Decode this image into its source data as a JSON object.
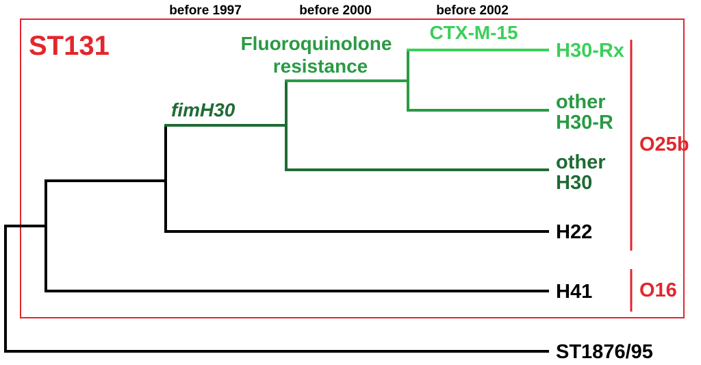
{
  "title": "ST131",
  "colors": {
    "black": "#000000",
    "dark_green": "#1f6b35",
    "mid_green": "#2a9a44",
    "light_green": "#3ccf5a",
    "red": "#e3262c"
  },
  "timeline": [
    "before 1997",
    "before 2000",
    "before 2002"
  ],
  "events": {
    "fimh30": "fimH30",
    "fq_line1": "Fluoroquinolone",
    "fq_line2": "resistance",
    "ctx": "CTX-M-15"
  },
  "tips": {
    "h30rx": "H30-Rx",
    "h30r_line1": "other",
    "h30r_line2": "H30-R",
    "h30_line1": "other",
    "h30_line2": "H30",
    "h22": "H22",
    "h41": "H41",
    "outgroup": "ST1876/95"
  },
  "serogroups": {
    "o25b": "O25b",
    "o16": "O16"
  }
}
